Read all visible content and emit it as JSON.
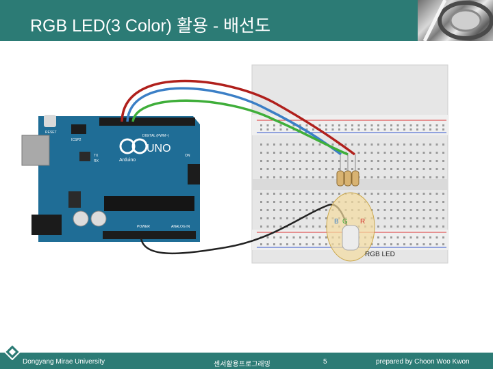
{
  "slide": {
    "title": "RGB LED(3 Color) 활용 - 배선도"
  },
  "diagram": {
    "board_logo": "UNO",
    "board_brand": "Arduino",
    "board_header_digital": "DIGITAL (PWM~)",
    "board_header_power": "POWER",
    "board_header_analog": "ANALOG IN",
    "board_reset": "RESET",
    "board_icsp": "ICSP2",
    "board_tx": "TX",
    "board_rx": "RX",
    "board_on": "ON",
    "led_pin_b": "B",
    "led_pin_g": "G",
    "led_pin_r": "R",
    "led_label": "RGB LED",
    "wire_colors": {
      "red": "#b0201c",
      "blue": "#3b7fc6",
      "green": "#3fae3a",
      "black": "#222222"
    }
  },
  "footer": {
    "university": "Dongyang Mirae University",
    "course": "센서활용프로그래밍",
    "page_number": "5",
    "author": "prepared by Choon Woo Kwon"
  },
  "colors": {
    "header_bg": "#2c7b75",
    "board": "#1f6d96"
  }
}
